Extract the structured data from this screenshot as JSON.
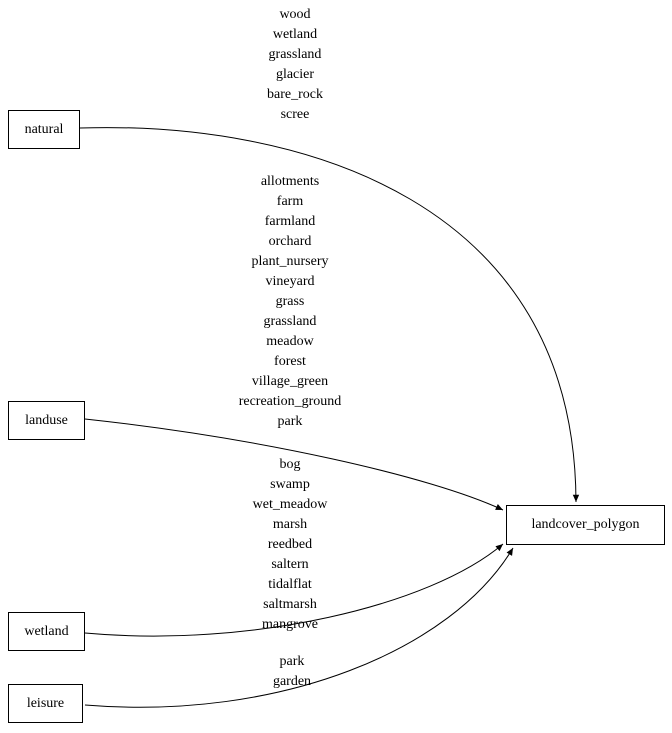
{
  "diagram": {
    "background_color": "#ffffff",
    "line_color": "#000000",
    "nodes": [
      {
        "id": "natural",
        "label": "natural"
      },
      {
        "id": "landuse",
        "label": "landuse"
      },
      {
        "id": "wetland",
        "label": "wetland"
      },
      {
        "id": "leisure",
        "label": "leisure"
      },
      {
        "id": "landcover_polygon",
        "label": "landcover_polygon"
      }
    ],
    "edges": [
      {
        "from": "natural",
        "to": "landcover_polygon",
        "values": [
          "wood",
          "wetland",
          "grassland",
          "glacier",
          "bare_rock",
          "scree"
        ]
      },
      {
        "from": "landuse",
        "to": "landcover_polygon",
        "values": [
          "allotments",
          "farm",
          "farmland",
          "orchard",
          "plant_nursery",
          "vineyard",
          "grass",
          "grassland",
          "meadow",
          "forest",
          "village_green",
          "recreation_ground",
          "park"
        ]
      },
      {
        "from": "wetland",
        "to": "landcover_polygon",
        "values": [
          "bog",
          "swamp",
          "wet_meadow",
          "marsh",
          "reedbed",
          "saltern",
          "tidalflat",
          "saltmarsh",
          "mangrove"
        ]
      },
      {
        "from": "leisure",
        "to": "landcover_polygon",
        "values": [
          "park",
          "garden"
        ]
      }
    ]
  }
}
